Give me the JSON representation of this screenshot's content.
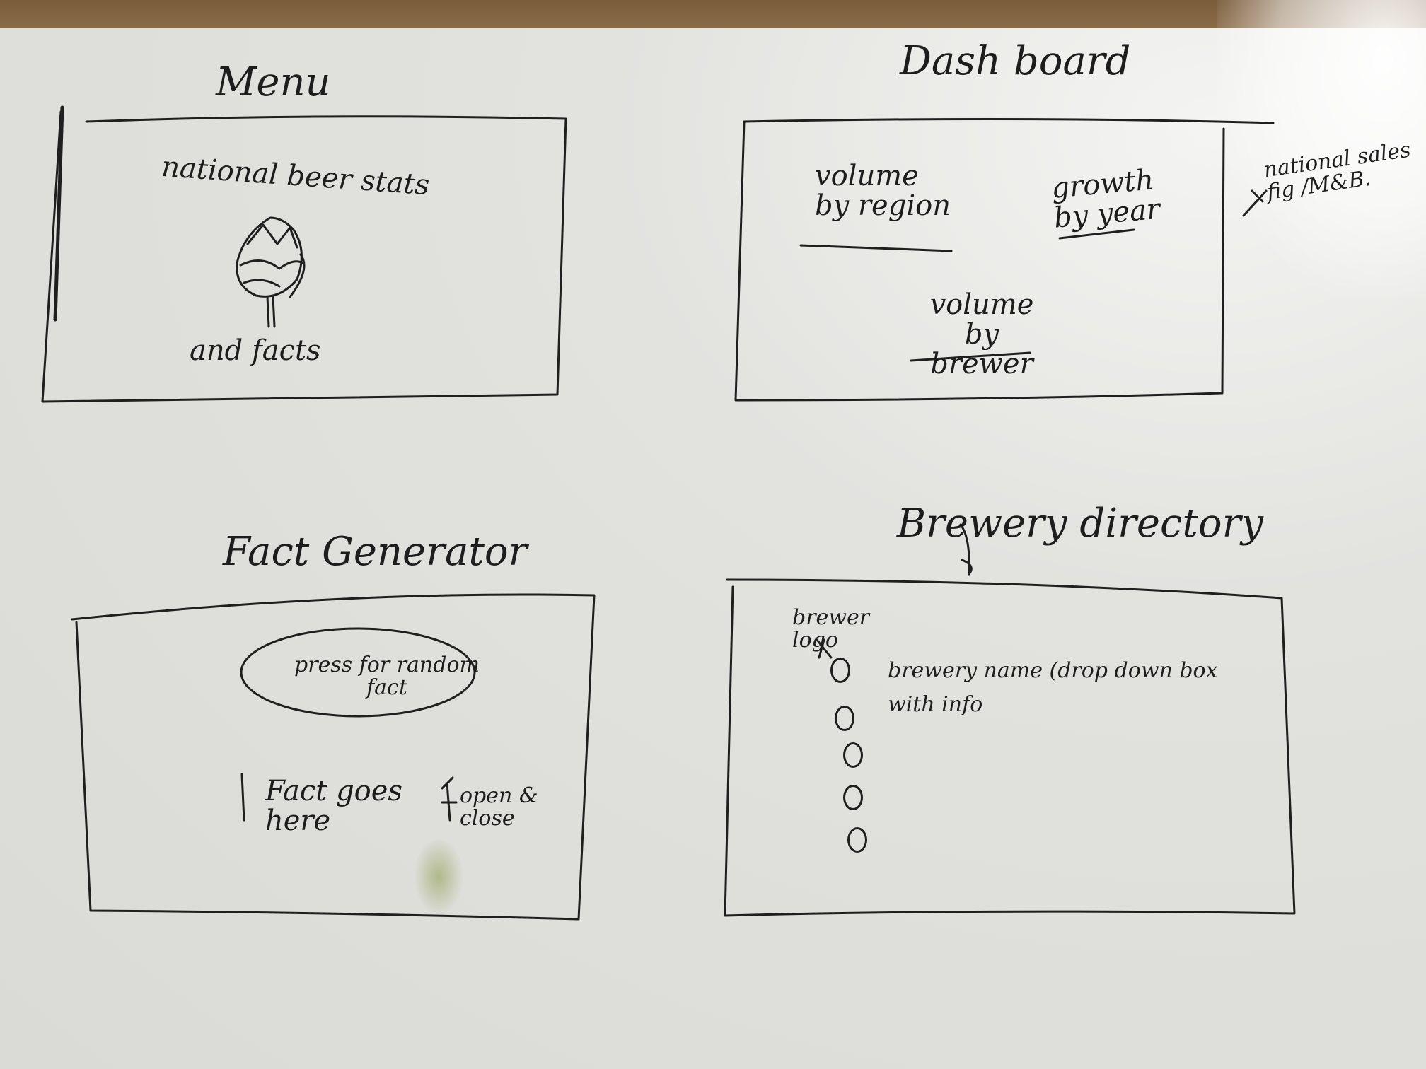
{
  "menu": {
    "title": "Menu",
    "line1": "national beer stats",
    "line2": "and facts",
    "logo_icon": "hop-cone-icon"
  },
  "dashboard": {
    "title": "Dash board",
    "volume_by_region": "volume by region",
    "growth_by_year": "growth by year",
    "volume_by_brewer": "volume by brewer",
    "side_note": "national sales fig /M&B."
  },
  "fact_generator": {
    "title": "Fact Generator",
    "button_label": "press for random fact",
    "fact_placeholder": "Fact goes here",
    "open_close": "open & close"
  },
  "brewery_directory": {
    "title": "Brewery directory",
    "logo_label": "brewer logo",
    "list_label": "brewery name (drop down box with info"
  }
}
